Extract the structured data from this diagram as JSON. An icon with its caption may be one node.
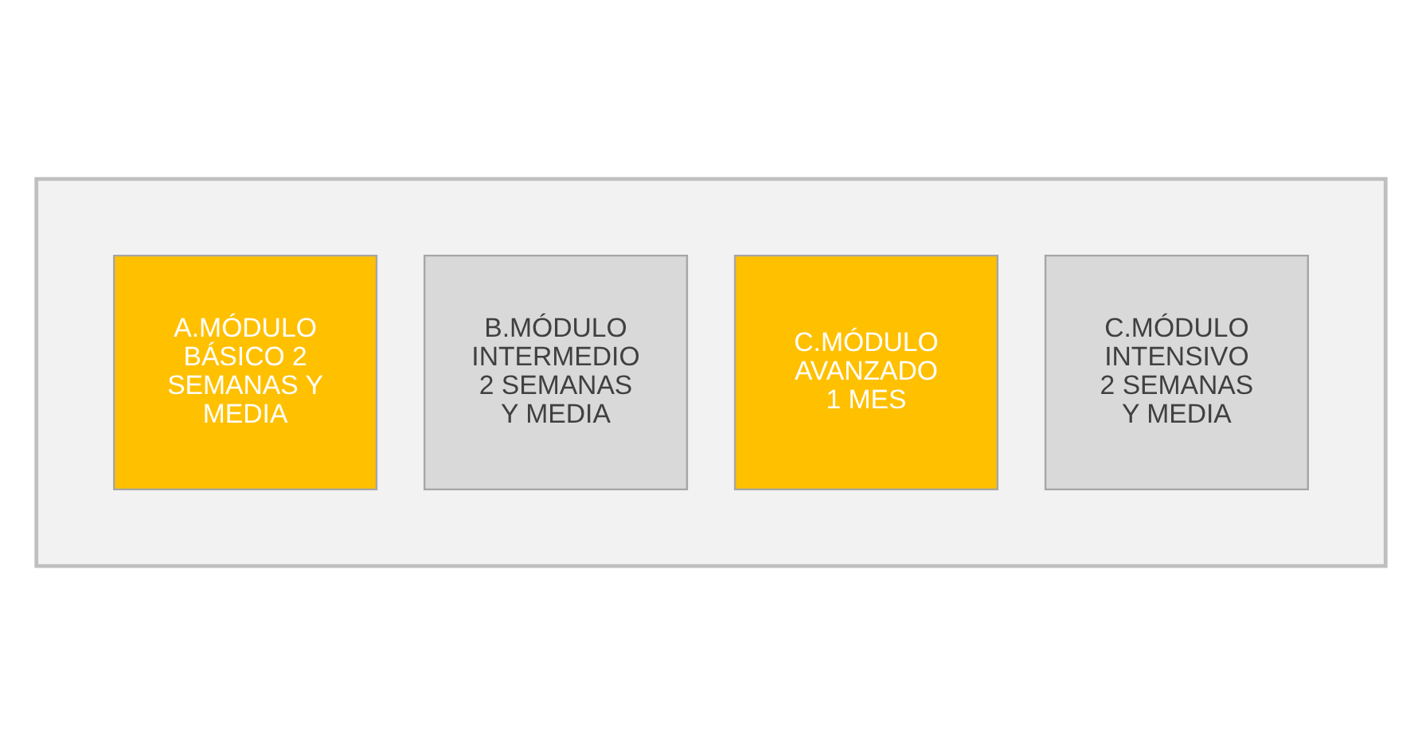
{
  "diagram": {
    "nodes": [
      {
        "text": [],
        "shape": "arrow"
      },
      {
        "text": [
          "A.MÓDULO BÁSICO 2 SEMANAS Y MEDIA"
        ],
        "in": 0
      },
      {
        "text": [
          "B.MÓDULO INTERMEDIO 2 SEMANAS Y MEDIA"
        ],
        "in": 0
      },
      {
        "text": [
          "C.MÓDULO AVANZADO 1 MES"
        ],
        "in": 0
      },
      {
        "text": [
          "C.MÓDULO INTENSIVO 2 SEMANAS Y MEDIA"
        ],
        "in": 0
      }
    ]
  }
}
